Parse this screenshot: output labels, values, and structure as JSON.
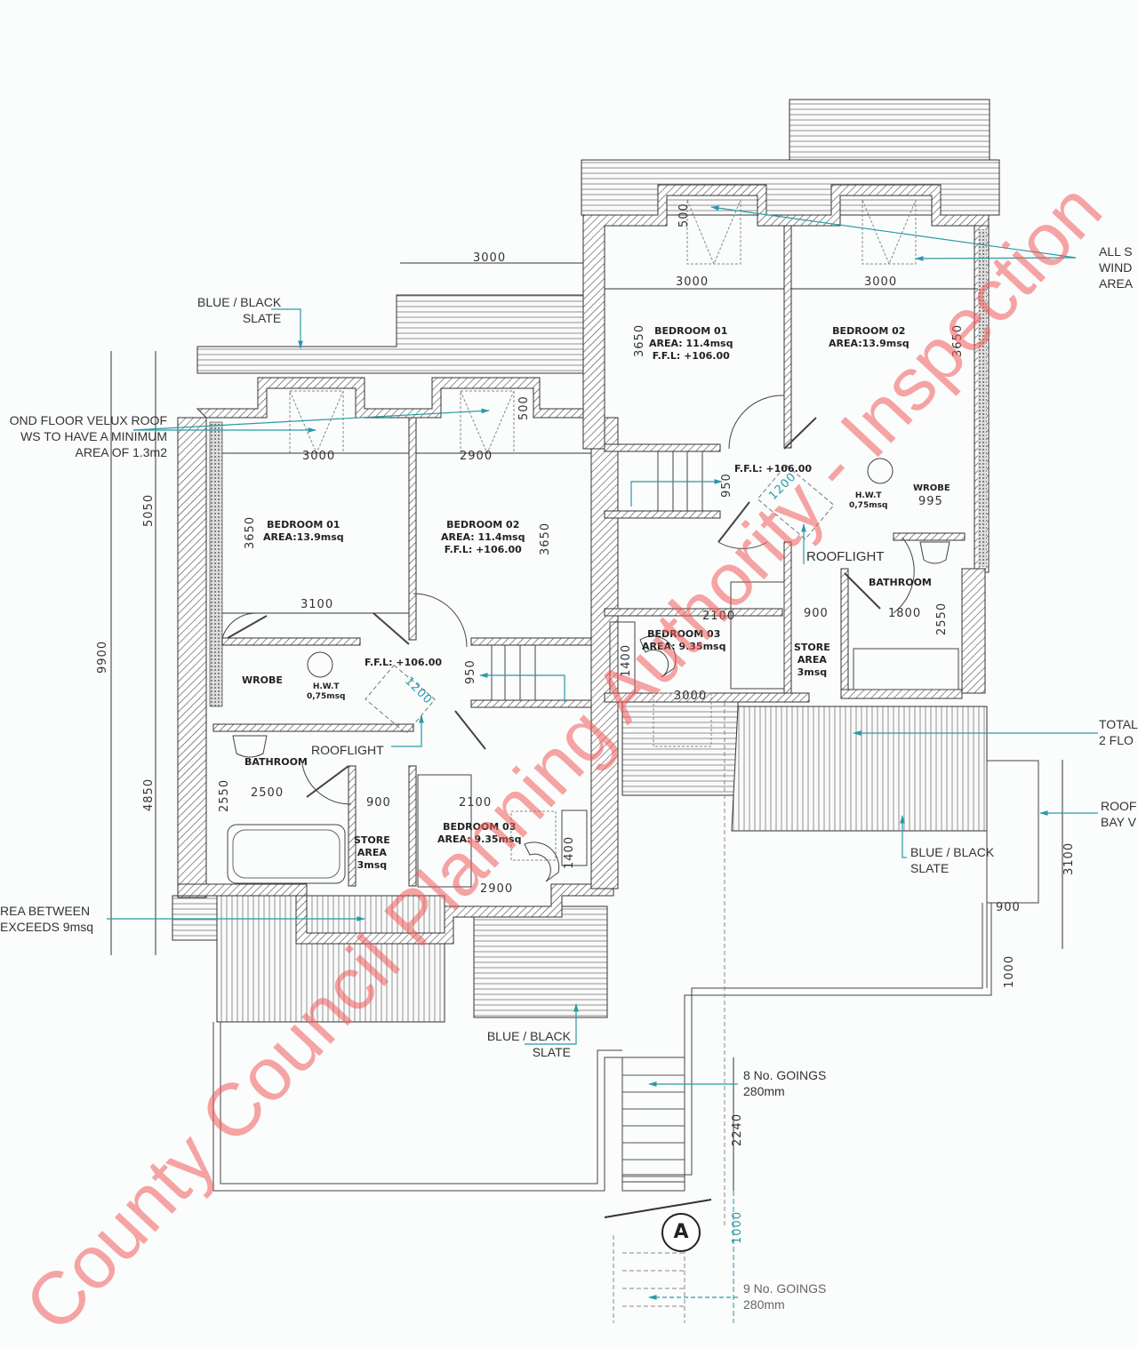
{
  "drawing": {
    "type": "first floor plan (two semi-detached units)",
    "watermark": "County Council Planning Authority - Inspection"
  },
  "annotations": {
    "slate_top_left": [
      "BLUE / BLACK",
      "SLATE"
    ],
    "slate_bottom_middle": [
      "BLUE / BLACK",
      "SLATE"
    ],
    "slate_bottom_right": [
      "BLUE / BLACK",
      "SLATE"
    ],
    "velux_note": [
      "OND FLOOR VELUX ROOF",
      "WS TO HAVE A MINIMUM",
      "AREA OF 1.3m2"
    ],
    "area_between_note": [
      "REA BETWEEN",
      "EXCEEDS 9msq"
    ],
    "all_windows_note": [
      "ALL S",
      "WIND",
      "AREA"
    ],
    "total_note": [
      "TOTAL",
      "2 FLO"
    ],
    "roof_bay_note": [
      "ROOF",
      "BAY V"
    ],
    "goings_upper": [
      "8 No. GOINGS",
      "280mm"
    ],
    "goings_lower": [
      "9 No. GOINGS",
      "280mm"
    ],
    "section_marker": "A"
  },
  "left_unit": {
    "bedroom_01": {
      "name": "BEDROOM 01",
      "area": "AREA:13.9msq"
    },
    "bedroom_02": {
      "name": "BEDROOM 02",
      "area": "AREA: 11.4msq",
      "ffl": "F.F.L: +106.00"
    },
    "bedroom_03": {
      "name": "BEDROOM 03",
      "area": "AREA: 9.35msq"
    },
    "landing_ffl": "F.F.L: +106.00",
    "wrobe": "WROBE",
    "hwt": [
      "H.W.T",
      "0,75msq"
    ],
    "rooflight": "ROOFLIGHT",
    "bathroom": "BATHROOM",
    "store": [
      "STORE",
      "AREA",
      "3msq"
    ],
    "dims": {
      "bed01_width_top": "3000",
      "bed02_width_top": "2900",
      "bed01_depth": "3650",
      "bed02_depth": "3650",
      "window_depth": "500",
      "bed01_width_bottom": "3100",
      "stair_width": "950",
      "landing_diag": "1200",
      "bath_width": "2500",
      "bath_depth": "2550",
      "store_width": "900",
      "bed03_width": "2100",
      "bed03_bottom": "2900",
      "bed03_depth": "1400",
      "overall_depth": "9900",
      "upper_depth": "5050",
      "lower_depth": "4850"
    }
  },
  "right_unit": {
    "bedroom_01": {
      "name": "BEDROOM 01",
      "area": "AREA: 11.4msq",
      "ffl": "F.F.L: +106.00"
    },
    "bedroom_02": {
      "name": "BEDROOM 02",
      "area": "AREA:13.9msq"
    },
    "bedroom_03": {
      "name": "BEDROOM 03",
      "area": "AREA: 9.35msq"
    },
    "landing_ffl": "F.F.L: +106.00",
    "wrobe": "WROBE",
    "wrobe_dim": "995",
    "hwt": [
      "H.W.T",
      "0,75msq"
    ],
    "rooflight": "ROOFLIGHT",
    "bathroom": "BATHROOM",
    "store": [
      "STORE",
      "AREA",
      "3msq"
    ],
    "dims": {
      "top_overhang": "3000",
      "bed01_width": "3000",
      "bed02_width": "3000",
      "bed01_depth": "3650",
      "bed02_depth": "3650",
      "window_depth": "500",
      "stair_width": "950",
      "landing_diag": "1200",
      "store_width": "900",
      "bath_width": "1800",
      "bath_depth": "2550",
      "bed03_width": "2100",
      "bed03_bottom": "3000",
      "bed03_depth": "1400",
      "bay_depth": "3100",
      "bay_width": "900",
      "bay_offset": "1000",
      "stair_run": "2240",
      "landing_run": "1000"
    }
  }
}
